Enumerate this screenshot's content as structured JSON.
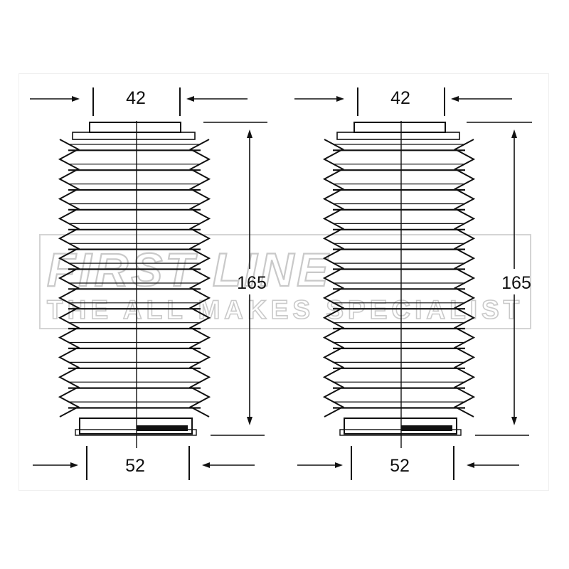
{
  "watermark": {
    "brand": "FIRST LINE",
    "tagline": "THE ALL MAKES SPECIALIST"
  },
  "colors": {
    "line": "#111111",
    "watermark": "#c9c9c9"
  },
  "parts": [
    {
      "top_diameter": "42",
      "bottom_diameter": "52",
      "length": "165"
    },
    {
      "top_diameter": "42",
      "bottom_diameter": "52",
      "length": "165"
    }
  ]
}
